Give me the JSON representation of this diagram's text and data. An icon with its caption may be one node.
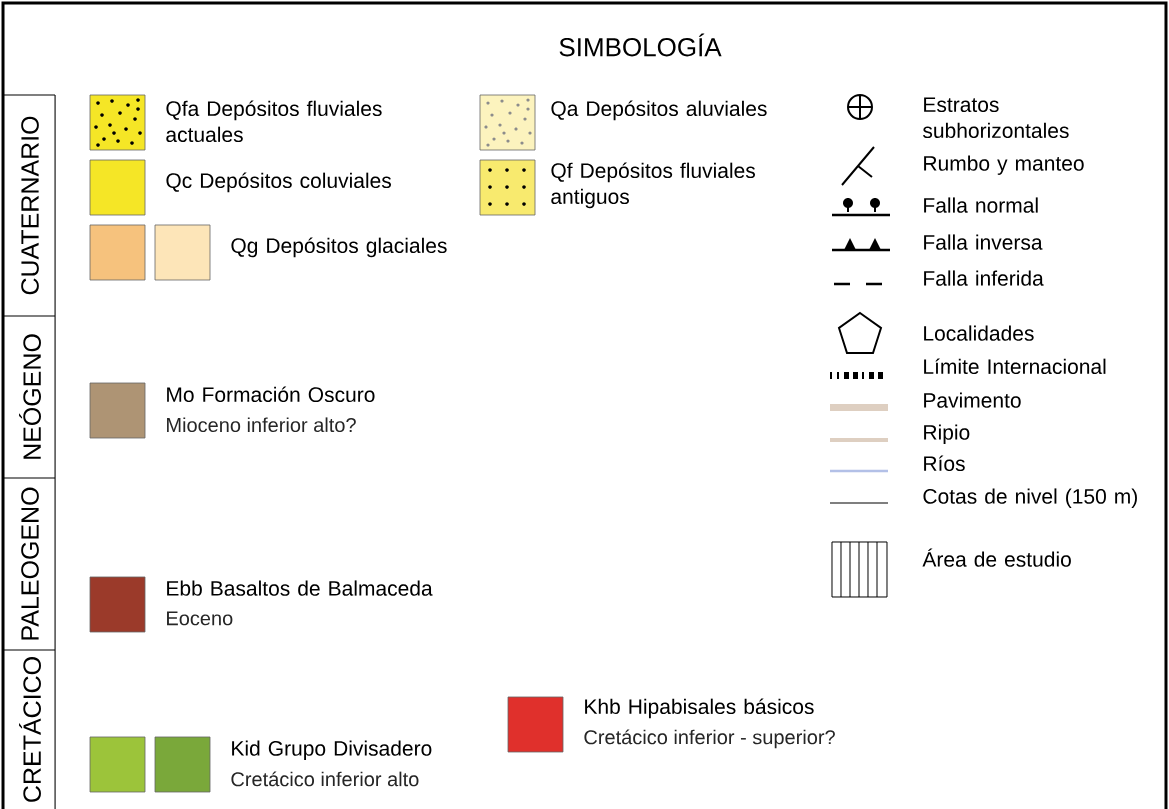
{
  "diagram": {
    "title": "SIMBOLOGÍA",
    "labels": [
      "CUATERNARIO",
      "NEÓGENO",
      "PALEOGENO",
      "CRETÁCICO",
      "Mioceno inferior alto?",
      "Eoceno",
      "Cretácico inferior - superior?",
      "Cretácico inferior alto"
    ],
    "legend": [
      {
        "text": "Qfa Depósitos fluviales actuales"
      },
      {
        "text": "Qa Depósitos aluviales"
      },
      {
        "text": "Qc Depósitos coluviales",
        "color": "#f5e626"
      },
      {
        "text": "Qf Depósitos fluviales antiguos"
      },
      {
        "text": "Qg Depósitos glaciales",
        "color": "#f6c27d"
      },
      {
        "text": "Mo Formación Oscuro",
        "color": "#ae9474"
      },
      {
        "text": "Ebb Basaltos de Balmaceda",
        "color": "#9b3a2a"
      },
      {
        "text": "Khb Hipabisales básicos",
        "color": "#e0302c"
      },
      {
        "text": "Kid Grupo Divisadero",
        "color": "#9cc43a"
      },
      {
        "text": "Estratos subhorizontales"
      },
      {
        "text": "Rumbo y manteo"
      },
      {
        "text": "Falla normal"
      },
      {
        "text": "Falla inversa"
      },
      {
        "text": "Falla inferida"
      },
      {
        "text": "Localidades"
      },
      {
        "text": "Límite Internacional"
      },
      {
        "text": "Pavimento"
      },
      {
        "text": "Ripio"
      },
      {
        "text": "Ríos"
      },
      {
        "text": "Cotas de nivel (150 m)"
      },
      {
        "text": "Área de estudio"
      }
    ]
  }
}
